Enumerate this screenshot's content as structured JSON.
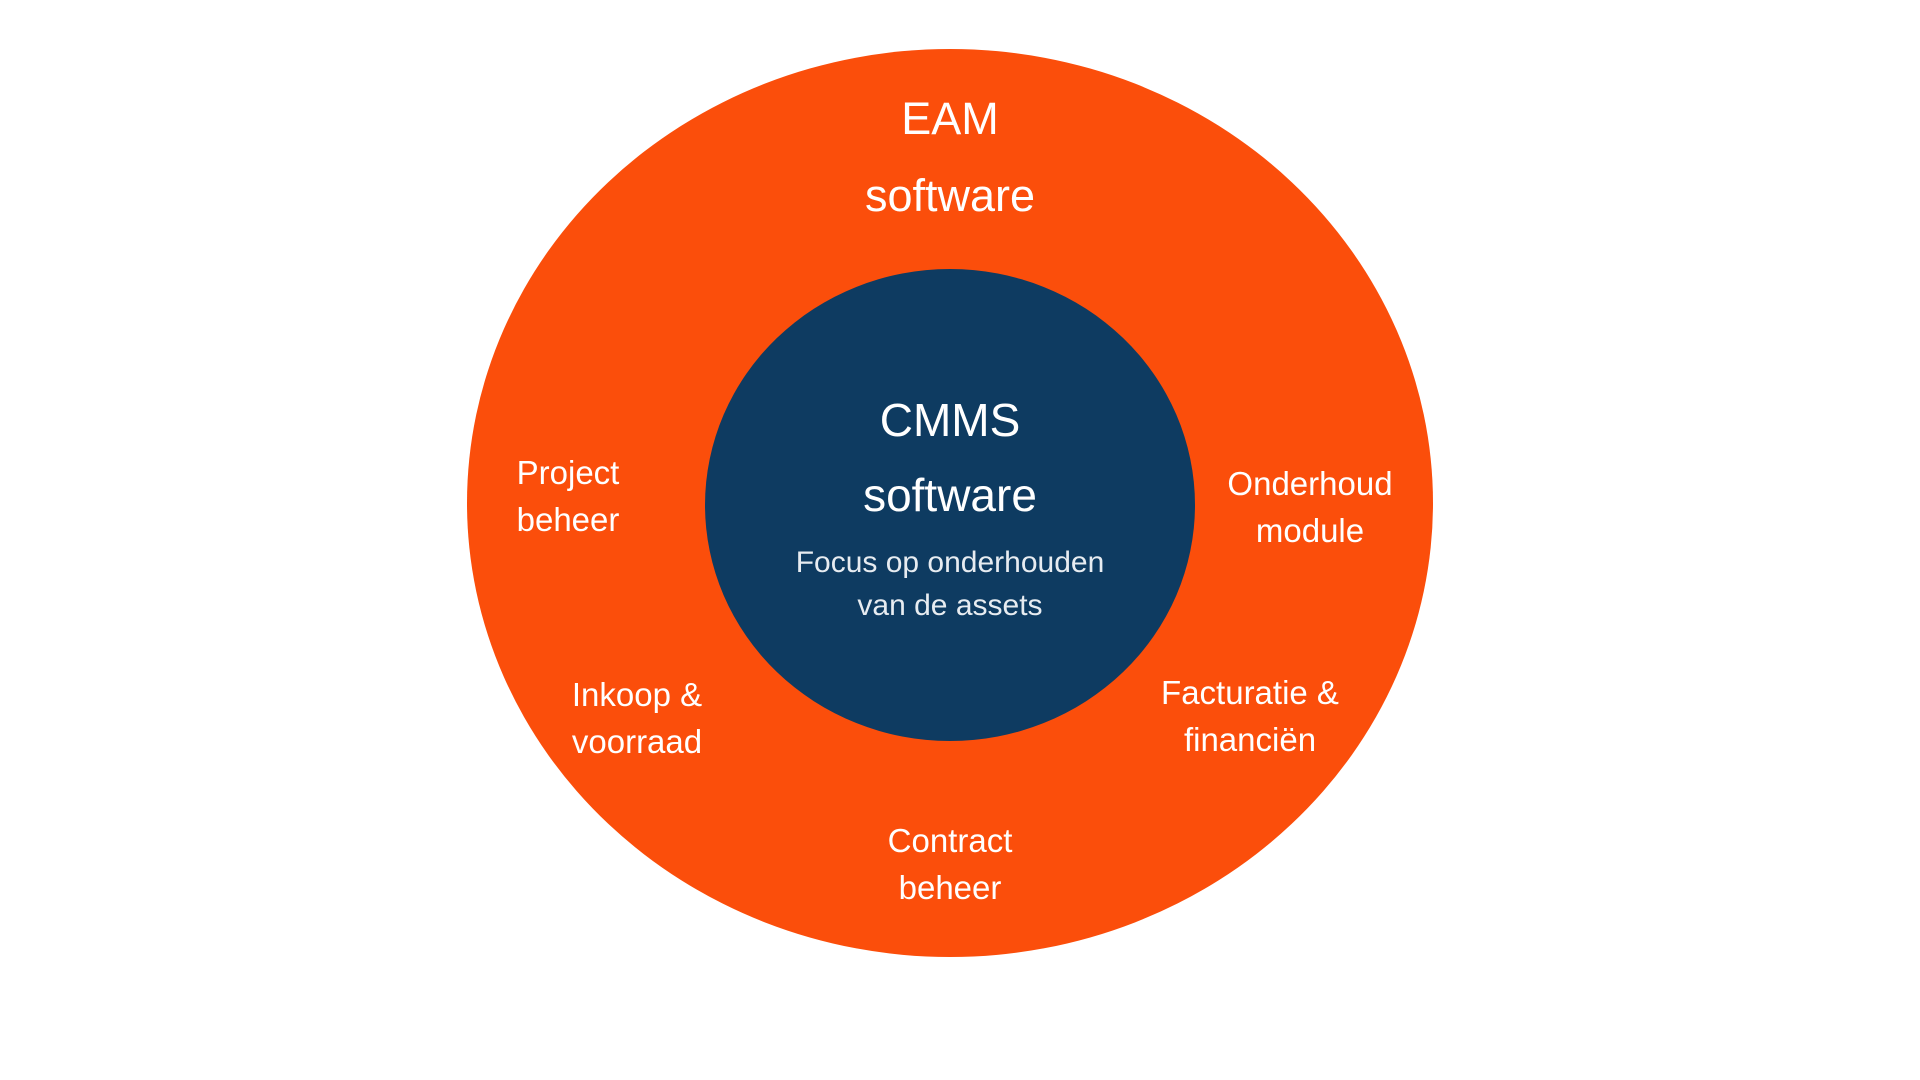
{
  "colors": {
    "background": "#FFFFFF",
    "outer_ring": "#FB4E0B",
    "inner_circle": "#0E3B61",
    "title_text": "#FFFFFF",
    "subtitle_text": "#E7ECF1"
  },
  "outer_ring": {
    "label": "EAM software",
    "label_line1": "EAM",
    "label_line2": "software"
  },
  "inner_circle": {
    "label": "CMMS software",
    "label_line1": "CMMS",
    "label_line2": "software",
    "subtitle": "Focus op onderhouden van de assets",
    "subtitle_line1": "Focus op onderhouden",
    "subtitle_line2": "van de assets"
  },
  "modules": [
    {
      "label": "Project beheer",
      "line1": "Project",
      "line2": "beheer"
    },
    {
      "label": "Onderhoud module",
      "line1": "Onderhoud",
      "line2": "module"
    },
    {
      "label": "Inkoop & voorraad",
      "line1": "Inkoop &",
      "line2": "voorraad"
    },
    {
      "label": "Facturatie & financiën",
      "line1": "Facturatie &",
      "line2": "financiën"
    },
    {
      "label": "Contract beheer",
      "line1": "Contract",
      "line2": "beheer"
    }
  ]
}
